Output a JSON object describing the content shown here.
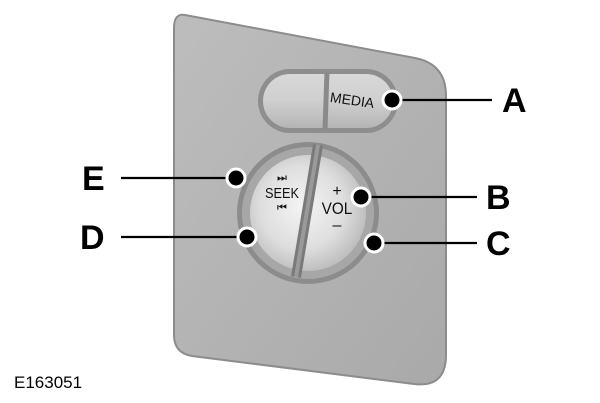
{
  "diagram": {
    "panel": {
      "fill": "#b4b4b4",
      "edge": "#8f8f8f"
    },
    "buttons": {
      "media": {
        "label": "MEDIA"
      },
      "seek": {
        "label": "SEEK",
        "up_icon": "seek-forward-icon",
        "down_icon": "seek-back-icon",
        "up_glyph": "⏭",
        "down_glyph": "⏮"
      },
      "vol": {
        "label": "VOL",
        "plus": "+",
        "minus": "–"
      }
    },
    "callouts": [
      {
        "id": "A",
        "label": "A",
        "target": "media-button"
      },
      {
        "id": "B",
        "label": "B",
        "target": "volume-up"
      },
      {
        "id": "C",
        "label": "C",
        "target": "volume-down"
      },
      {
        "id": "D",
        "label": "D",
        "target": "seek-down"
      },
      {
        "id": "E",
        "label": "E",
        "target": "seek-up"
      }
    ],
    "figure_id": "E163051"
  }
}
